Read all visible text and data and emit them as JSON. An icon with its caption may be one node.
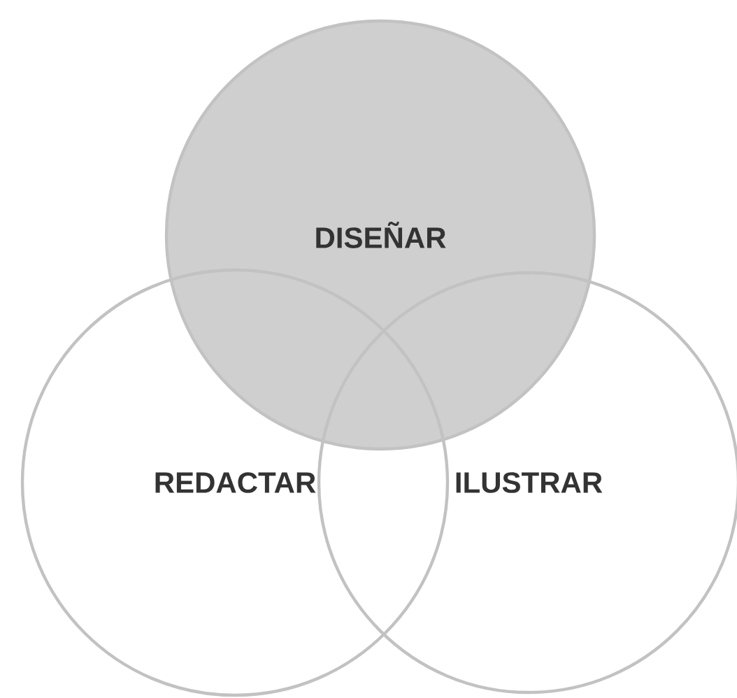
{
  "diagram": {
    "nodes": [
      {
        "text": [
          "DISEÑAR"
        ]
      },
      {
        "text": [
          "REDACTAR"
        ]
      },
      {
        "text": [
          "ILUSTRAR"
        ]
      }
    ]
  }
}
